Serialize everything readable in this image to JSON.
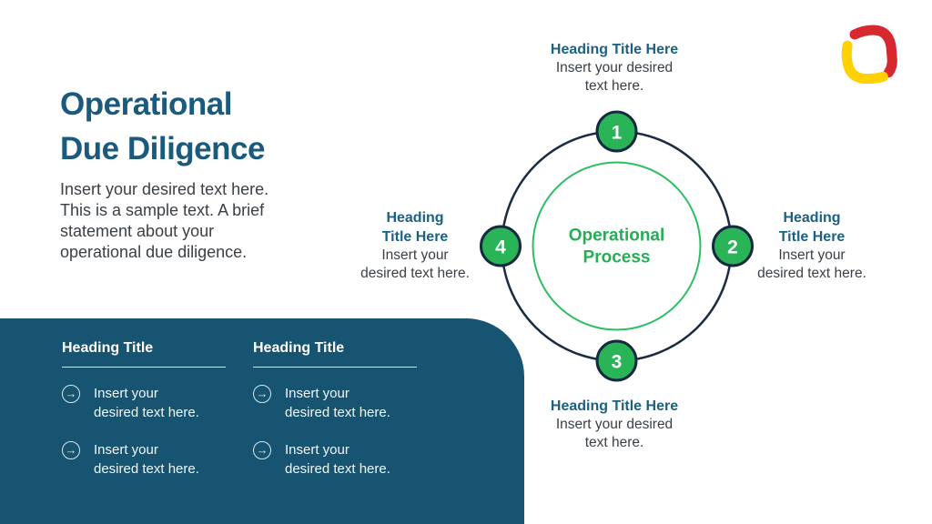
{
  "header": {
    "title_line1": "Operational",
    "title_line2": "Due Diligence",
    "intro_lines": [
      "Insert your desired text here.",
      "This is a sample text. A brief",
      "statement about your",
      "operational due diligence."
    ]
  },
  "panel": {
    "columns": [
      {
        "heading": "Heading Title",
        "items": [
          {
            "line1": "Insert your",
            "line2": "desired text here."
          },
          {
            "line1": "Insert your",
            "line2": "desired text here."
          }
        ]
      },
      {
        "heading": "Heading Title",
        "items": [
          {
            "line1": "Insert your",
            "line2": "desired text here."
          },
          {
            "line1": "Insert your",
            "line2": "desired text here."
          }
        ]
      }
    ]
  },
  "diagram": {
    "center_line1": "Operational",
    "center_line2": "Process",
    "nodes": [
      {
        "number": "1",
        "position": "top",
        "heading_line1": "Heading Title Here",
        "body_line1": "Insert your desired",
        "body_line2": "text here."
      },
      {
        "number": "2",
        "position": "right",
        "heading_line1": "Heading",
        "heading_line2": "Title Here",
        "body_line1": "Insert your",
        "body_line2": "desired text here."
      },
      {
        "number": "3",
        "position": "bottom",
        "heading_line1": "Heading Title Here",
        "body_line1": "Insert your desired",
        "body_line2": "text here."
      },
      {
        "number": "4",
        "position": "left",
        "heading_line1": "Heading",
        "heading_line2": "Title Here",
        "body_line1": "Insert your",
        "body_line2": "desired text here."
      }
    ]
  },
  "icons": {
    "arrow_glyph": "→"
  },
  "colors": {
    "title_teal": "#1A5A7D",
    "label_teal": "#1D6182",
    "body_text": "#3A4045",
    "panel_bg": "#175471",
    "node_green": "#29B457",
    "inner_ring_green": "#2EBE62",
    "center_text_green": "#27AE55",
    "ring_navy": "#1B2C42",
    "node_border_navy": "#152940",
    "logo_red": "#D7282F",
    "logo_yellow": "#FFD100",
    "panel_text": "#F2F7FA"
  }
}
